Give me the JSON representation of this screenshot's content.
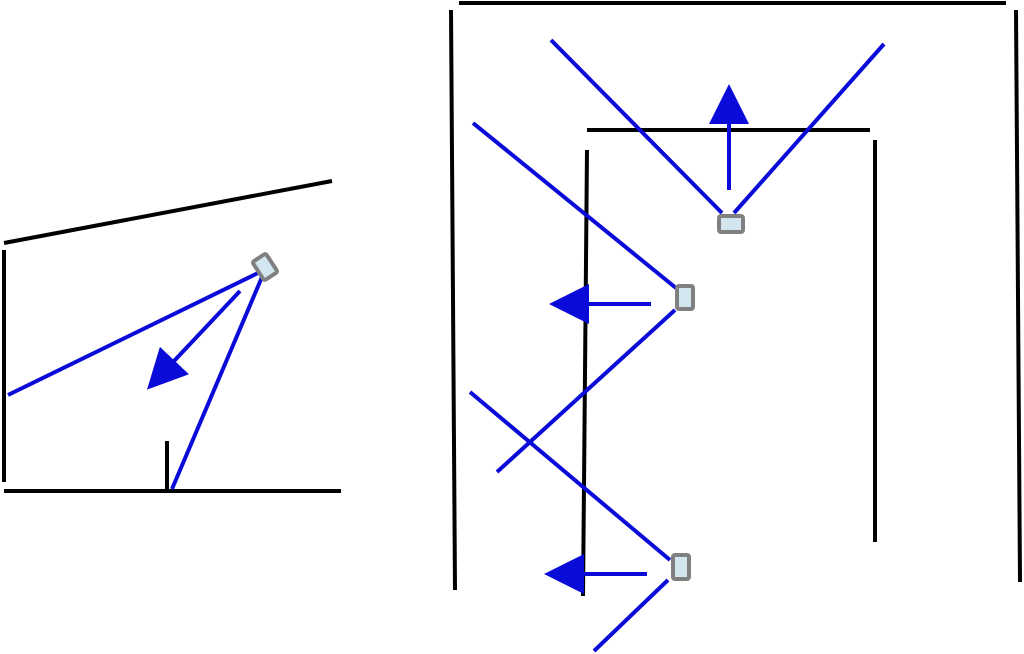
{
  "colors": {
    "background": "#ffffff",
    "wall": "#000000",
    "coverage_line": "#0a0ad9",
    "direction_arrow": "#0a0ad9",
    "sensor_fill": "#d3e6f0",
    "sensor_stroke": "#808080"
  },
  "panels": [
    {
      "id": "sloped-room",
      "sensor_count": 1,
      "arrow_directions": [
        "down-left"
      ]
    },
    {
      "id": "corridor",
      "sensor_count": 3,
      "arrow_directions": [
        "up",
        "left",
        "left"
      ]
    }
  ],
  "icons": {
    "sensor": "sensor-icon",
    "arrow": "arrow-icon"
  }
}
